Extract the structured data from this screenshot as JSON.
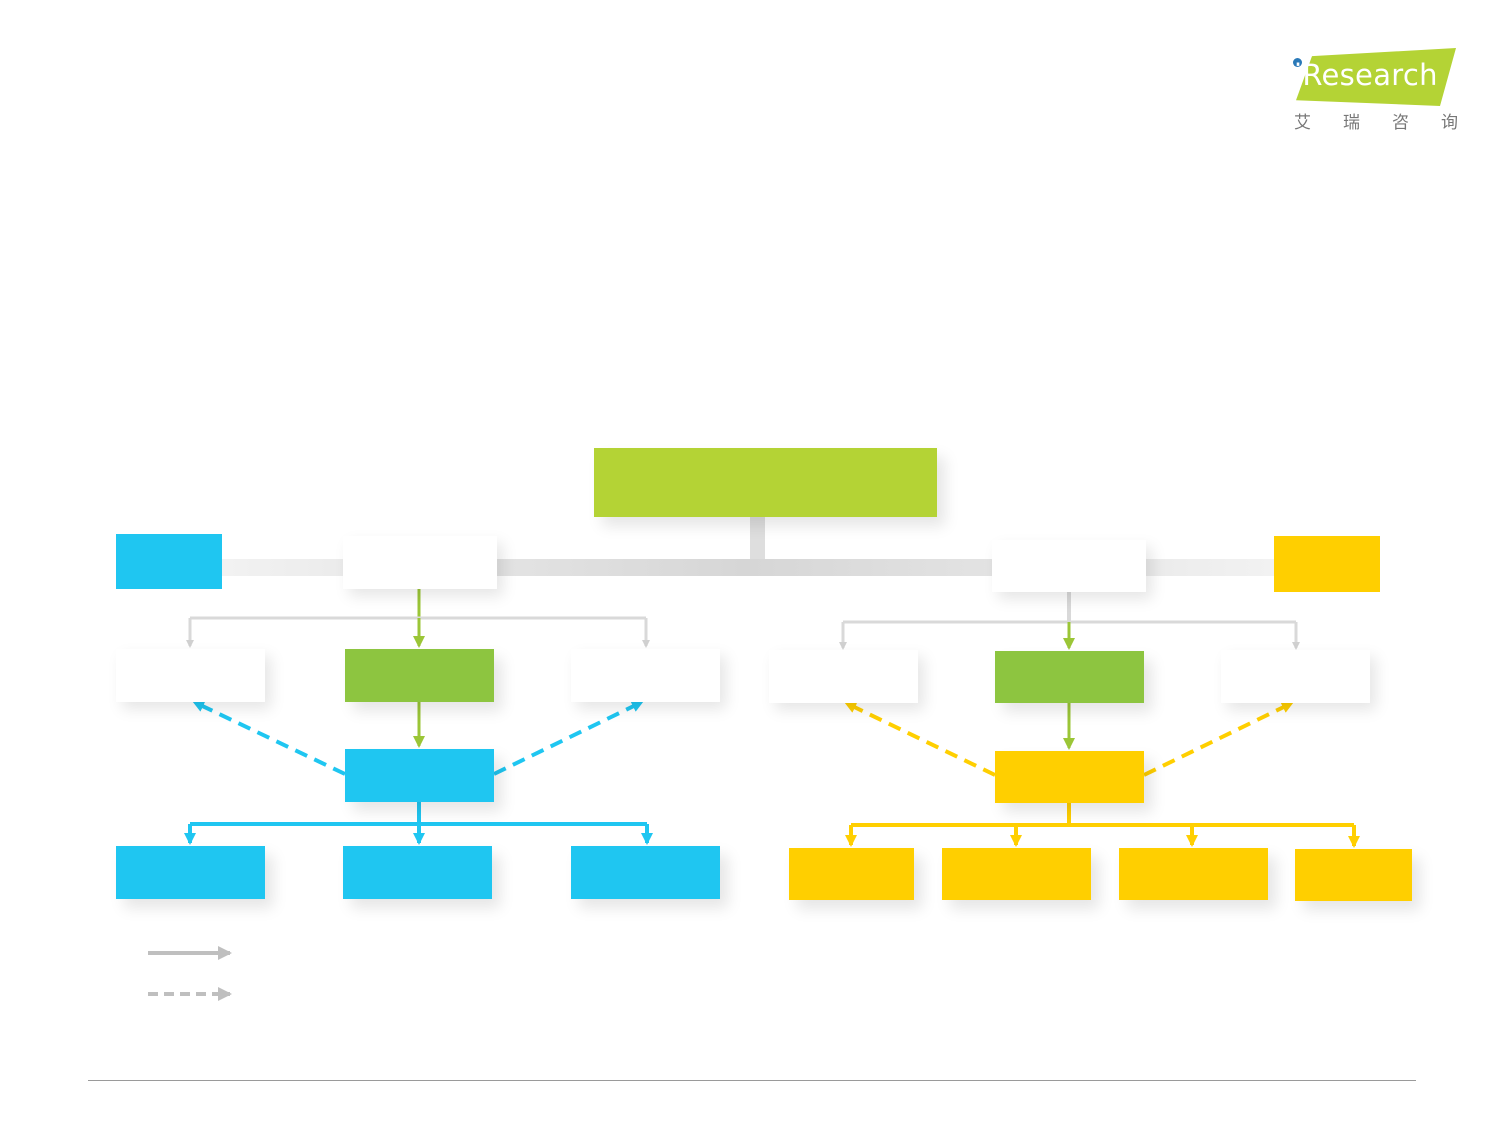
{
  "brand": {
    "logo_text": "iResearch",
    "logo_subtitle": [
      "艾",
      "瑞",
      "咨",
      "询"
    ]
  },
  "colors": {
    "lime": "#b4d335",
    "green": "#8dc540",
    "cyan": "#1fc6f1",
    "yellow": "#ffcf00",
    "connector_gray": "#d9d9d9",
    "legend_gray": "#bfbfbf"
  },
  "diagram": {
    "root": {
      "label": ""
    },
    "left_branch": {
      "side_tag": "",
      "hub": "",
      "level1": [
        "",
        "",
        ""
      ],
      "core": "",
      "outputs": [
        "",
        "",
        ""
      ]
    },
    "right_branch": {
      "side_tag": "",
      "hub": "",
      "level1": [
        "",
        "",
        ""
      ],
      "core": "",
      "outputs": [
        "",
        "",
        "",
        ""
      ]
    }
  },
  "legend": {
    "solid_label": "",
    "dashed_label": ""
  }
}
